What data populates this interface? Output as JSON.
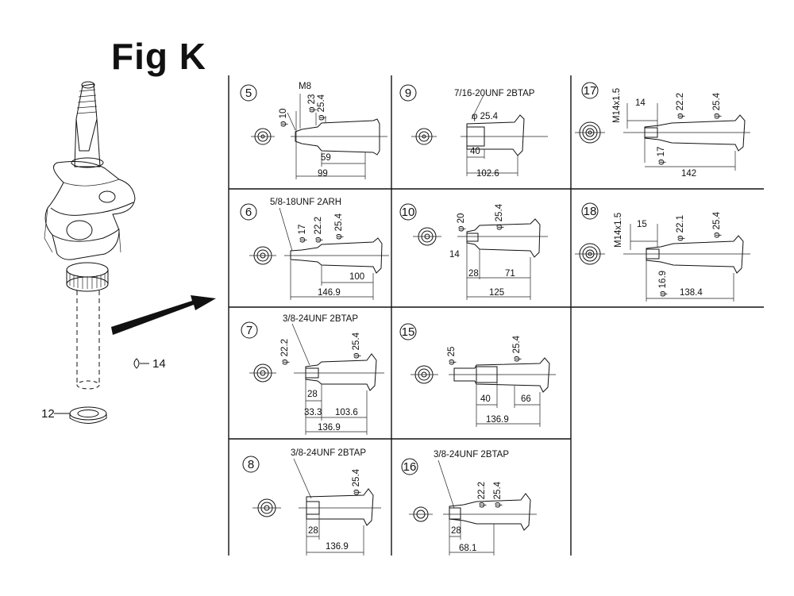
{
  "figure_title": "Fig K",
  "overview": {
    "callout_12": "12",
    "callout_14": "14"
  },
  "cells": [
    {
      "id": "5",
      "spec": "M8",
      "dia": [
        "φ 10",
        "φ 23",
        "φ 25.4"
      ],
      "lengths": [
        "59",
        "99"
      ]
    },
    {
      "id": "9",
      "spec": "7/16-20UNF 2BTAP",
      "dia": [
        "φ 25.4"
      ],
      "lengths": [
        "40",
        "102.6"
      ]
    },
    {
      "id": "17",
      "spec": "M14x1.5",
      "dia": [
        "φ 17",
        "φ 22.2",
        "φ 25.4"
      ],
      "lengths": [
        "14",
        "142"
      ]
    },
    {
      "id": "6",
      "spec": "5/8-18UNF 2ARH",
      "dia": [
        "φ 17",
        "φ 22.2",
        "φ 25.4"
      ],
      "lengths": [
        "100",
        "146.9"
      ]
    },
    {
      "id": "10",
      "spec": "",
      "dia": [
        "φ 20",
        "φ 25.4"
      ],
      "lengths": [
        "14",
        "28",
        "71",
        "125"
      ]
    },
    {
      "id": "18",
      "spec": "M14x1.5",
      "dia": [
        "φ 16.9",
        "φ 22.1",
        "φ 25.4"
      ],
      "lengths": [
        "15",
        "138.4"
      ]
    },
    {
      "id": "7",
      "spec": "3/8-24UNF 2BTAP",
      "dia": [
        "φ 22.2",
        "φ 25.4"
      ],
      "lengths": [
        "28",
        "33.3",
        "103.6",
        "136.9"
      ]
    },
    {
      "id": "15",
      "spec": "",
      "dia": [
        "φ 25",
        "φ 25.4"
      ],
      "lengths": [
        "40",
        "66",
        "136.9"
      ]
    },
    {
      "id": "8",
      "spec": "3/8-24UNF 2BTAP",
      "dia": [
        "φ 25.4"
      ],
      "lengths": [
        "28",
        "136.9"
      ]
    },
    {
      "id": "16",
      "spec": "3/8-24UNF 2BTAP",
      "dia": [
        "φ 22.2",
        "φ 25.4"
      ],
      "lengths": [
        "28",
        "68.1"
      ]
    }
  ]
}
